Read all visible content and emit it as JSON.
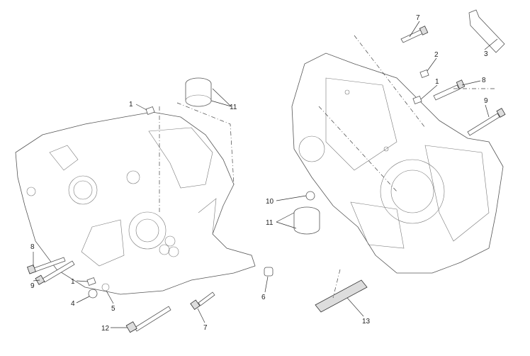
{
  "diagram": {
    "title": "Crankcase halves exploded view",
    "callouts": {
      "r7": "7",
      "r2": "2",
      "r3": "3",
      "r1": "1",
      "r8": "8",
      "r9": "9",
      "l1top": "1",
      "l11top": "11",
      "r10": "10",
      "r11": "11",
      "l8": "8",
      "l9": "9",
      "l1": "1",
      "l4": "4",
      "l5": "5",
      "l6": "6",
      "l7": "7",
      "l12": "12",
      "r13": "13"
    }
  }
}
